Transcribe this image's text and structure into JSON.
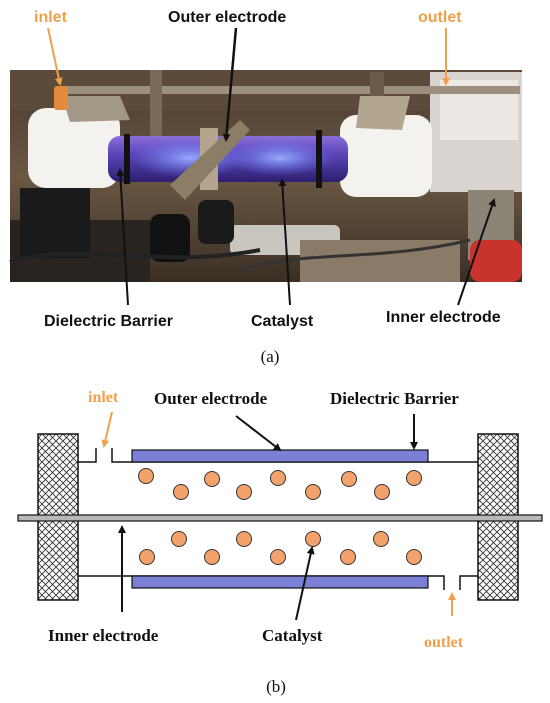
{
  "panel_a": {
    "labels": {
      "inlet": "inlet",
      "outer_electrode": "Outer electrode",
      "outlet": "outlet",
      "dielectric_barrier": "Dielectric Barrier",
      "catalyst": "Catalyst",
      "inner_electrode": "Inner electrode"
    },
    "caption": "(a)"
  },
  "panel_b": {
    "labels": {
      "inlet": "inlet",
      "outer_electrode": "Outer electrode",
      "dielectric_barrier": "Dielectric Barrier",
      "inner_electrode": "Inner electrode",
      "catalyst": "Catalyst",
      "outlet": "outlet"
    },
    "caption": "(b)"
  },
  "colors": {
    "flow_label": "#f0a04b",
    "electrode": "#7b7fd6",
    "catalyst": "#f4a26b",
    "text": "#111111",
    "plasma": "#4a3aa8"
  }
}
